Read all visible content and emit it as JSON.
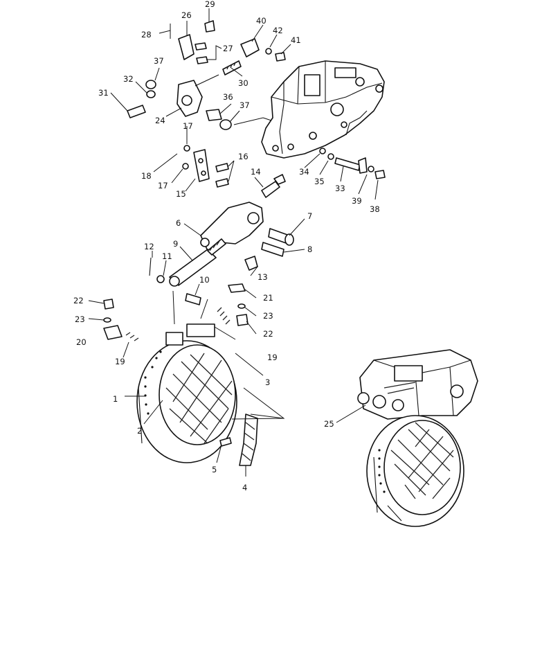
{
  "callouts": [
    {
      "id": "1",
      "text": "1"
    },
    {
      "id": "2",
      "text": "2"
    },
    {
      "id": "3",
      "text": "3"
    },
    {
      "id": "4",
      "text": "4"
    },
    {
      "id": "5",
      "text": "5"
    },
    {
      "id": "6",
      "text": "6"
    },
    {
      "id": "7",
      "text": "7"
    },
    {
      "id": "8",
      "text": "8"
    },
    {
      "id": "9",
      "text": "9"
    },
    {
      "id": "10",
      "text": "10"
    },
    {
      "id": "11",
      "text": "11"
    },
    {
      "id": "12",
      "text": "12"
    },
    {
      "id": "13",
      "text": "13"
    },
    {
      "id": "14",
      "text": "14"
    },
    {
      "id": "15",
      "text": "15"
    },
    {
      "id": "16",
      "text": "16"
    },
    {
      "id": "17a",
      "text": "17"
    },
    {
      "id": "17b",
      "text": "17"
    },
    {
      "id": "18",
      "text": "18"
    },
    {
      "id": "19a",
      "text": "19"
    },
    {
      "id": "19b",
      "text": "19"
    },
    {
      "id": "20",
      "text": "20"
    },
    {
      "id": "21",
      "text": "21"
    },
    {
      "id": "22a",
      "text": "22"
    },
    {
      "id": "22b",
      "text": "22"
    },
    {
      "id": "23a",
      "text": "23"
    },
    {
      "id": "23b",
      "text": "23"
    },
    {
      "id": "24",
      "text": "24"
    },
    {
      "id": "25",
      "text": "25"
    },
    {
      "id": "26",
      "text": "26"
    },
    {
      "id": "27",
      "text": "27"
    },
    {
      "id": "28",
      "text": "28"
    },
    {
      "id": "29",
      "text": "29"
    },
    {
      "id": "30",
      "text": "30"
    },
    {
      "id": "31",
      "text": "31"
    },
    {
      "id": "32",
      "text": "32"
    },
    {
      "id": "33",
      "text": "33"
    },
    {
      "id": "34",
      "text": "34"
    },
    {
      "id": "35",
      "text": "35"
    },
    {
      "id": "36",
      "text": "36"
    },
    {
      "id": "37a",
      "text": "37"
    },
    {
      "id": "37b",
      "text": "37"
    },
    {
      "id": "38",
      "text": "38"
    },
    {
      "id": "39",
      "text": "39"
    },
    {
      "id": "40",
      "text": "40"
    },
    {
      "id": "41",
      "text": "41"
    },
    {
      "id": "42",
      "text": "42"
    }
  ]
}
